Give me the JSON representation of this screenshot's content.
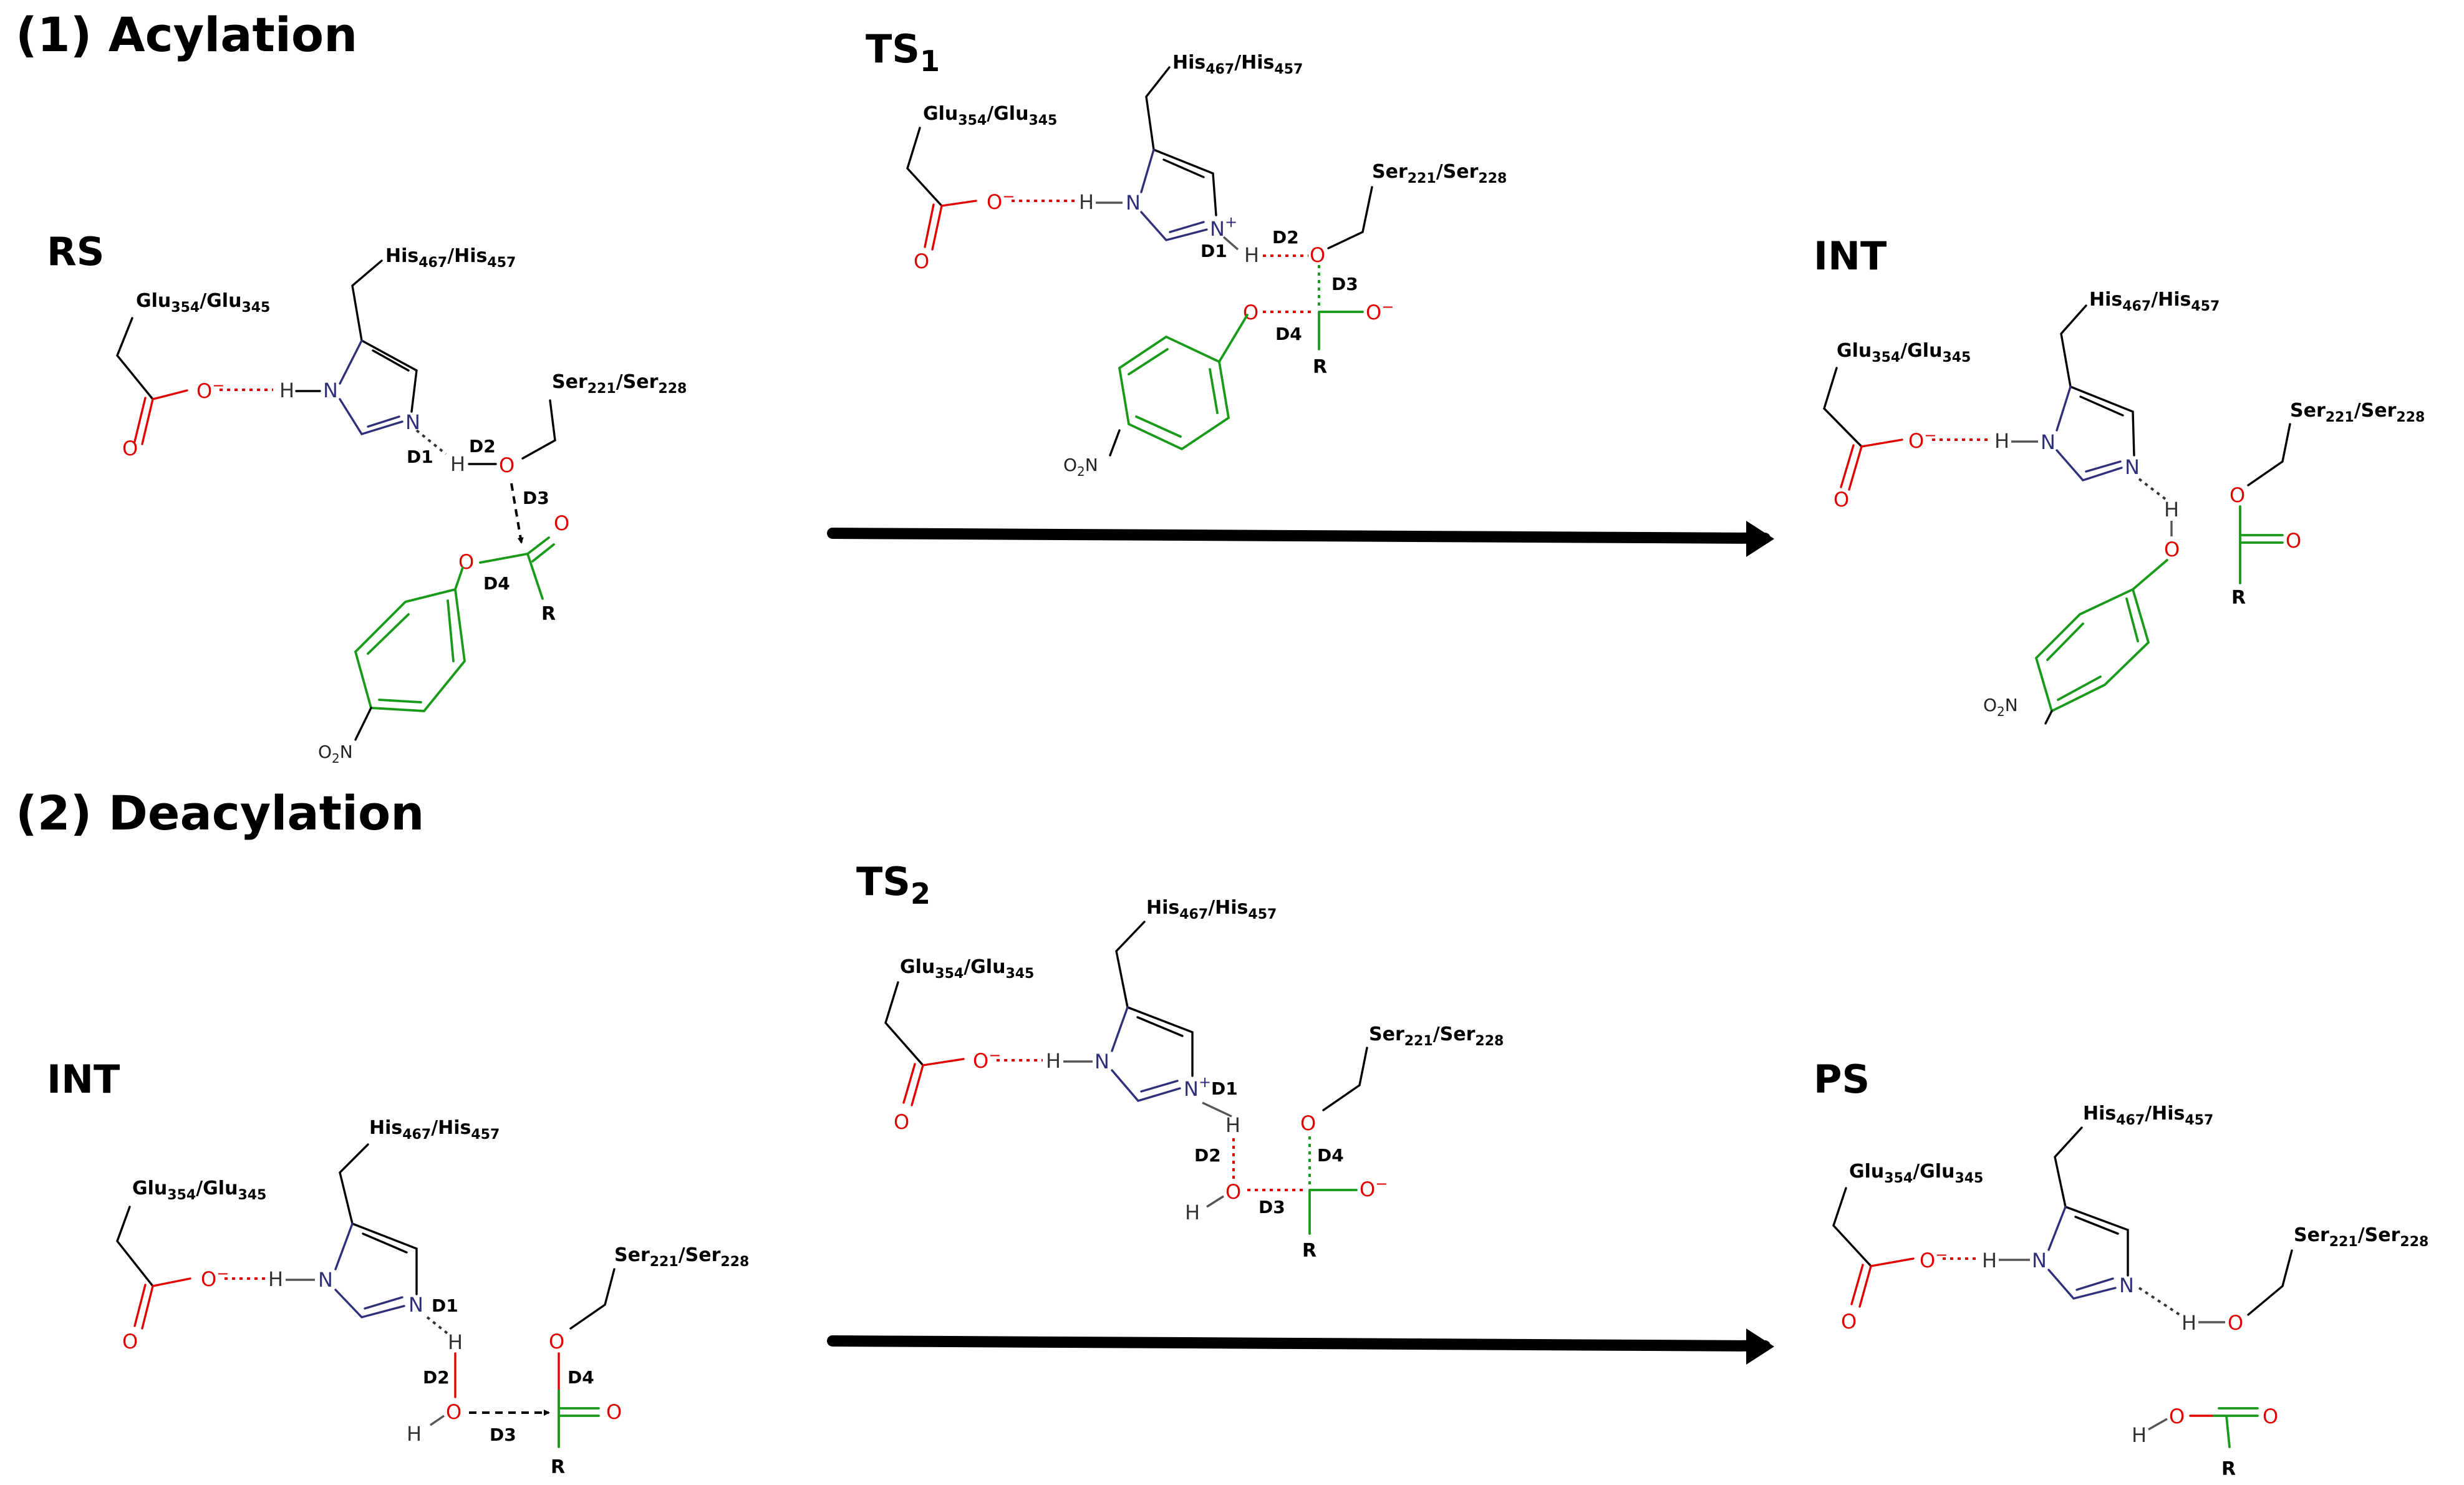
{
  "colors": {
    "bond": "#000000",
    "oxygen": "#e00000",
    "nitrogen": "#30307a",
    "substrate": "#1a9a1a"
  },
  "sections": {
    "acylation": "(1) Acylation",
    "deacylation": "(2) Deacylation"
  },
  "states": {
    "rs": "RS",
    "ts1_main": "TS",
    "ts1_sub": "1",
    "int_top": "INT",
    "int_bottom": "INT",
    "ts2_main": "TS",
    "ts2_sub": "2",
    "ps": "PS"
  },
  "residues": {
    "glu_a": "Glu",
    "glu_a_num": "354",
    "glu_b": "/Glu",
    "glu_b_num": "345",
    "his_a": "His",
    "his_a_num": "467",
    "his_b": "/His",
    "his_b_num": "457",
    "ser_a": "Ser",
    "ser_a_num": "221",
    "ser_b": "/Ser",
    "ser_b_num": "228"
  },
  "atoms": {
    "O": "O",
    "N": "N",
    "H": "H",
    "R": "R",
    "minus": "−",
    "plus": "+",
    "nitro_o": "O",
    "nitro_2": "2",
    "nitro_n": "N"
  },
  "distances": [
    "D1",
    "D2",
    "D3",
    "D4"
  ]
}
